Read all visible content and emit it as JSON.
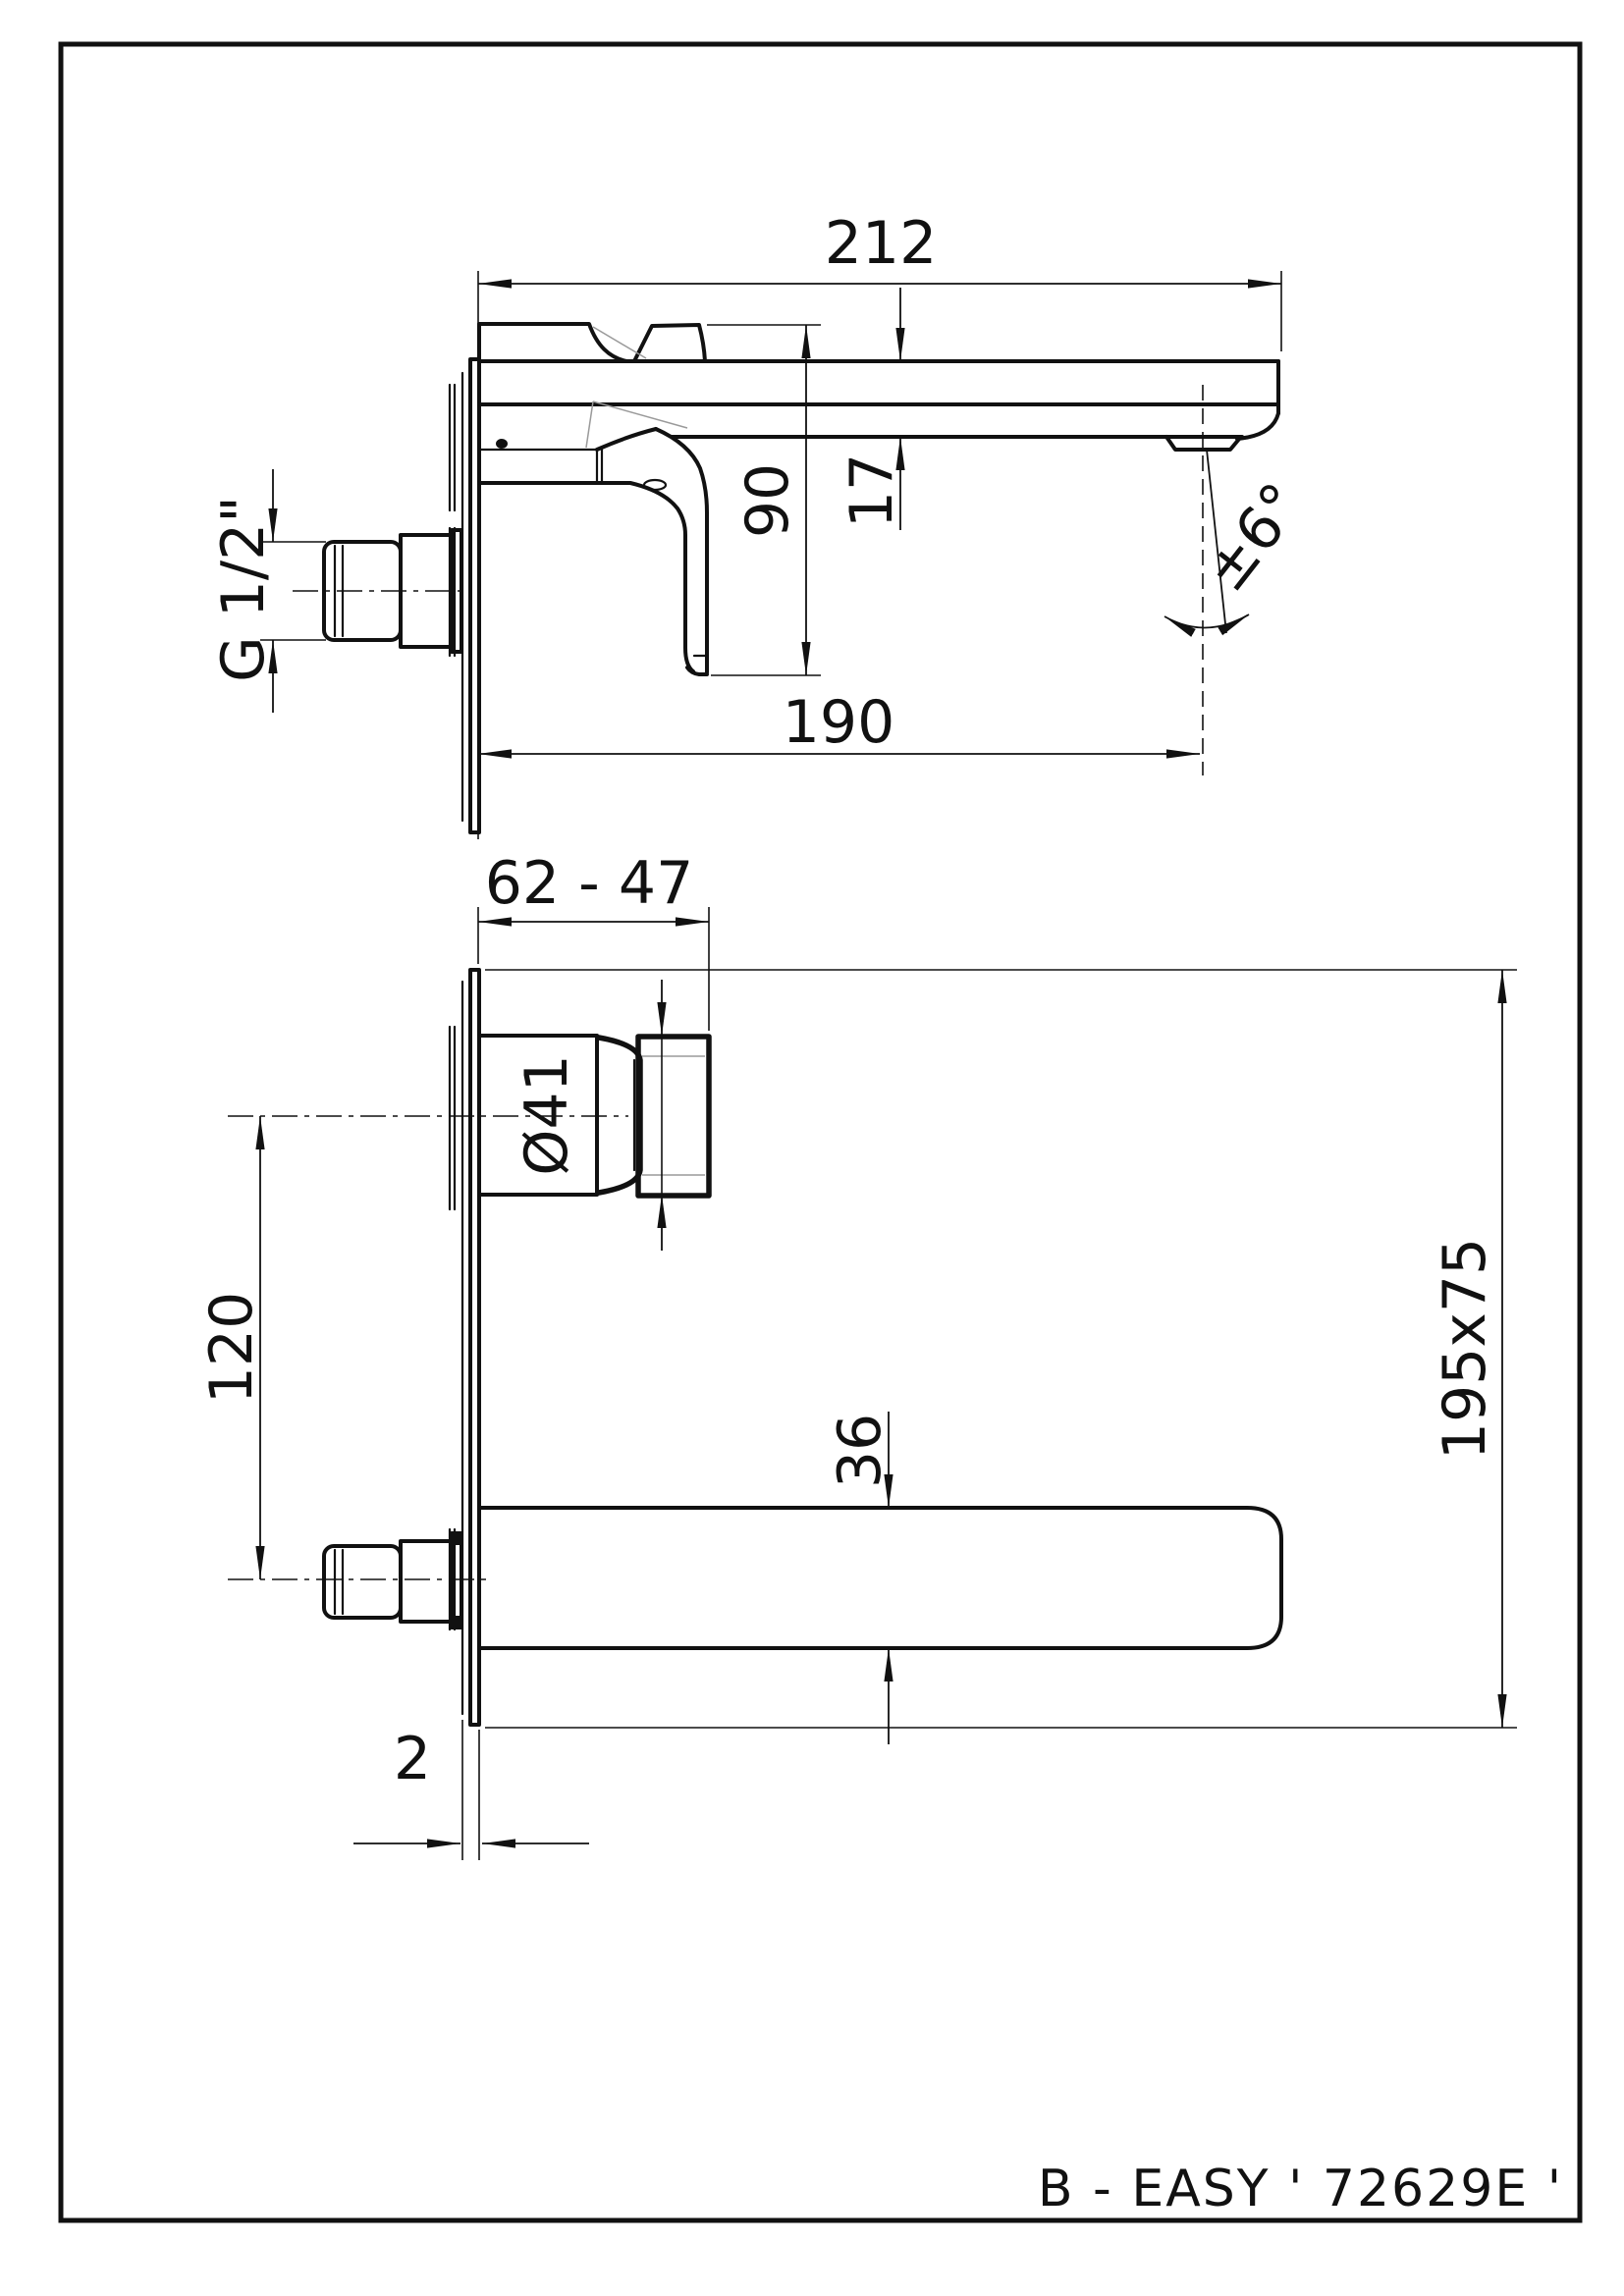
{
  "document": {
    "type": "technical drawing",
    "product_family": "B - EASY",
    "sheet_background": "#ffffff",
    "line_color": "#111111",
    "projection_line_color": "#9a9a9a"
  },
  "title_block": {
    "product_label": "B - EASY ' 72629E '"
  },
  "side_view": {
    "name": "side elevation of wall-mounted mixer",
    "d212": "212",
    "d90": "90",
    "d17": "17",
    "d190": "190",
    "angle": "±6°",
    "thread": "G 1/2\""
  },
  "plan_view": {
    "name": "plan view of wall-mounted mixer",
    "d6247": "62 - 47",
    "d41": "Ø41",
    "d120": "120",
    "d36": "36",
    "d19575": "195x75",
    "d2": "2"
  }
}
